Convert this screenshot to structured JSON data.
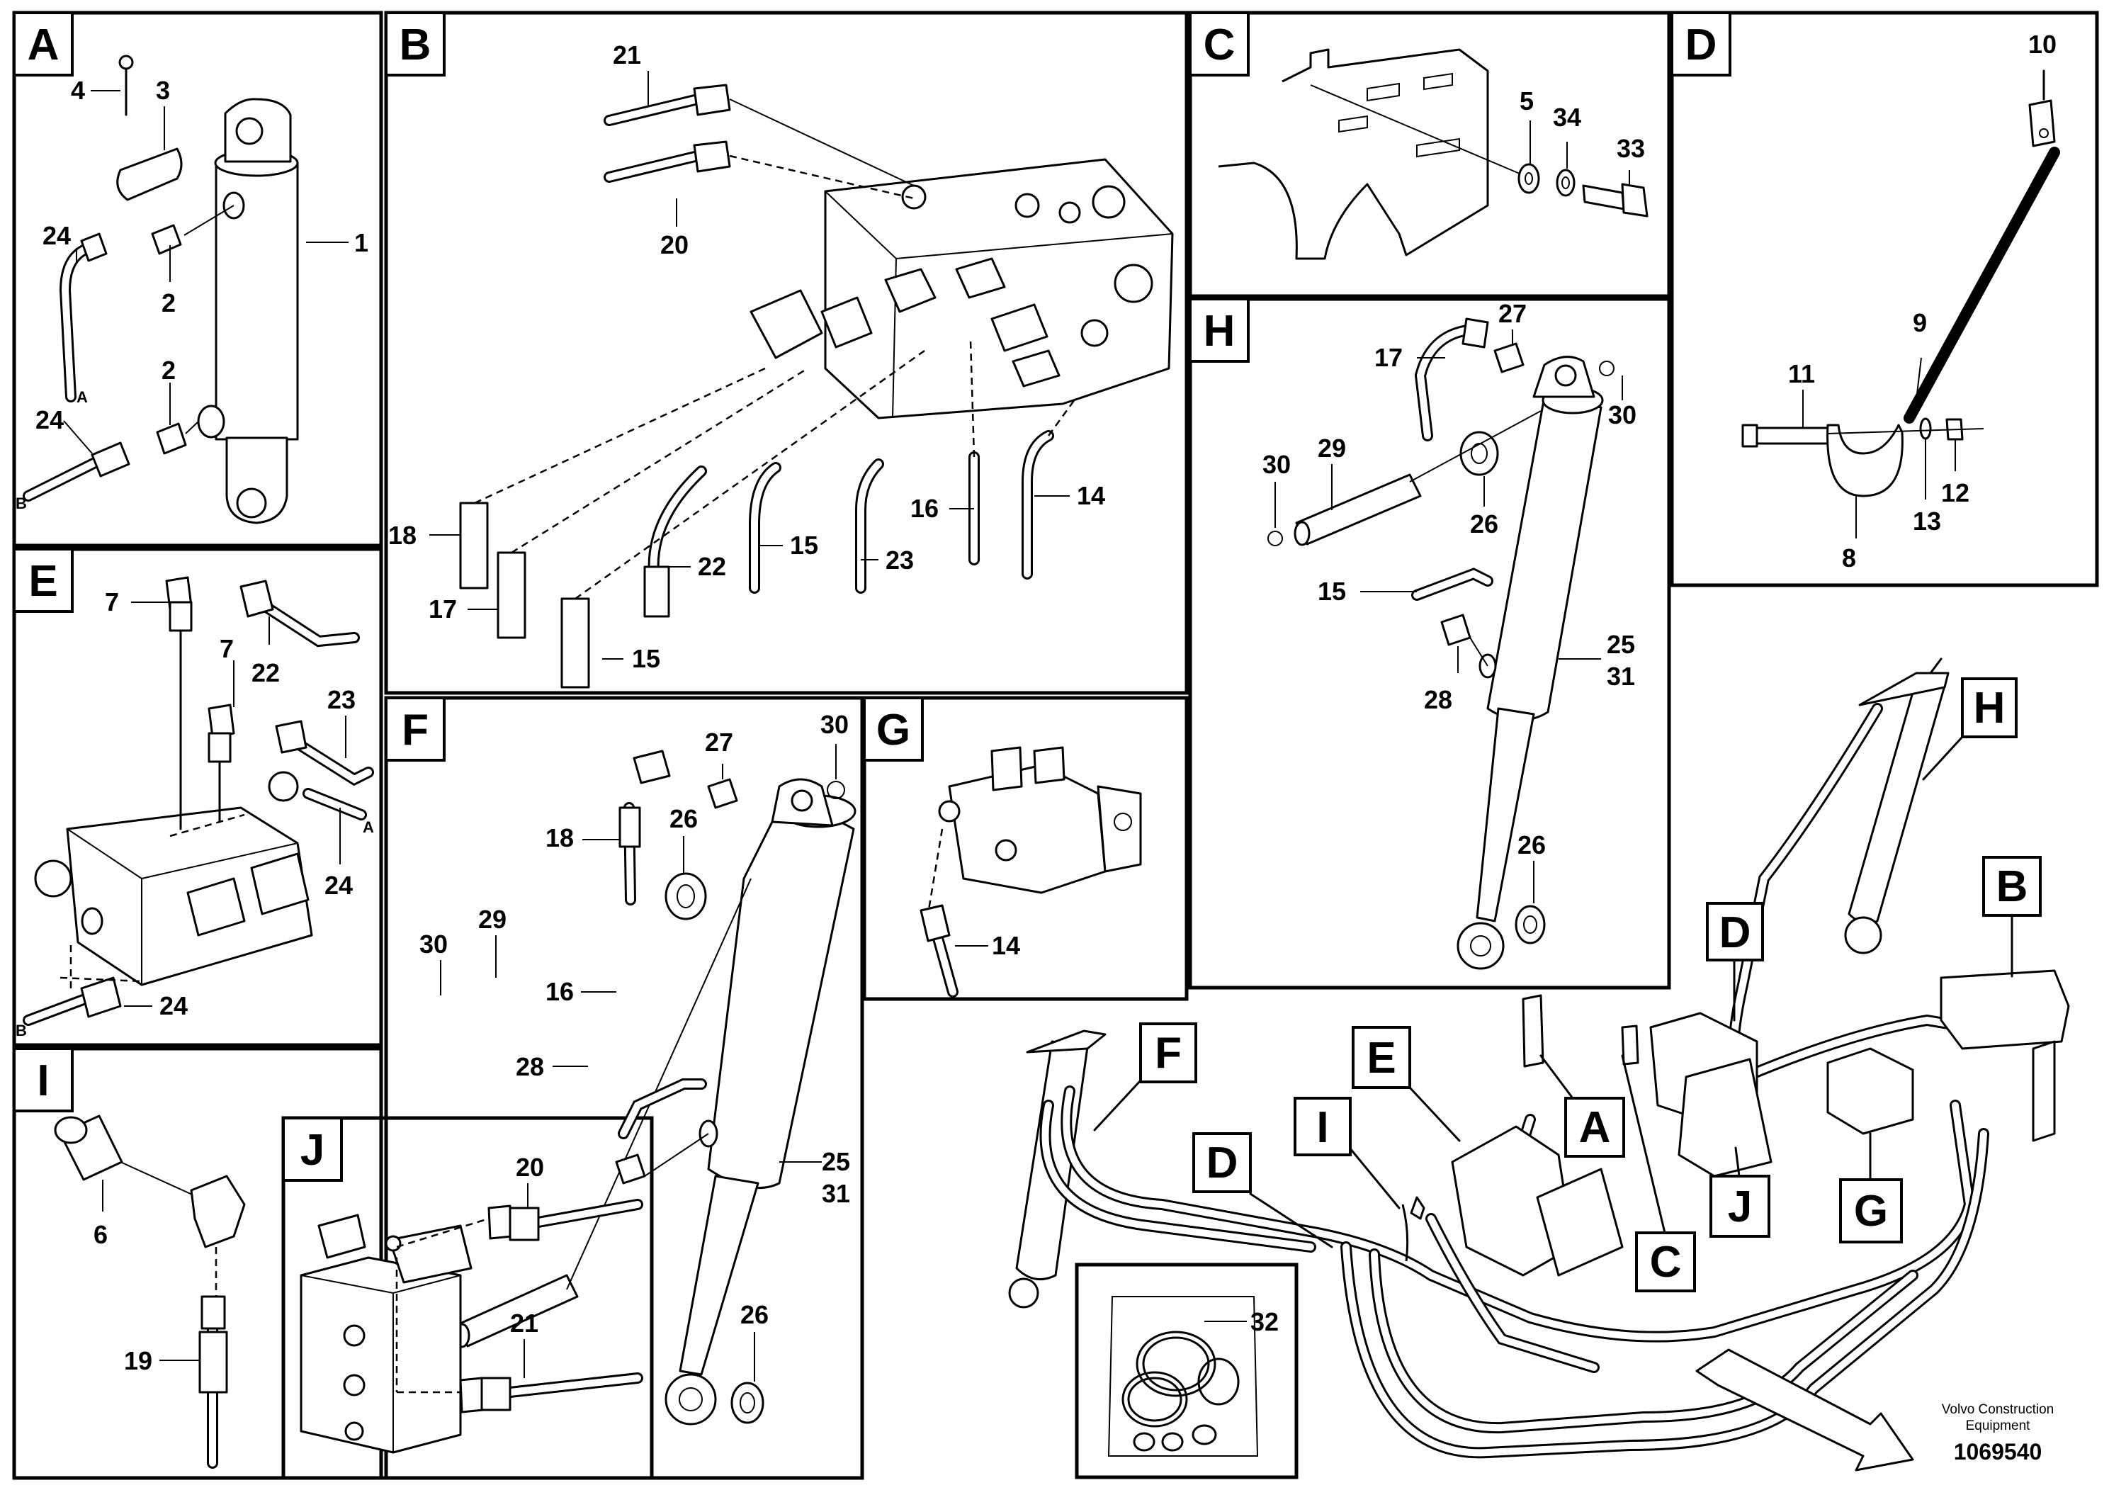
{
  "panels": {
    "A": {
      "letter": "A",
      "labels": [
        "4",
        "3",
        "1",
        "24",
        "2",
        "2",
        "24"
      ],
      "ab": [
        "A",
        "B"
      ]
    },
    "B": {
      "letter": "B",
      "labels": [
        "21",
        "20",
        "18",
        "17",
        "15",
        "22",
        "15",
        "16",
        "23",
        "14"
      ]
    },
    "C": {
      "letter": "C",
      "labels": [
        "5",
        "34",
        "33"
      ]
    },
    "D": {
      "letter": "D",
      "labels": [
        "10",
        "9",
        "11",
        "12",
        "13",
        "8"
      ]
    },
    "E": {
      "letter": "E",
      "labels": [
        "7",
        "22",
        "7",
        "23",
        "24",
        "24"
      ],
      "ab": [
        "A",
        "B"
      ]
    },
    "F": {
      "letter": "F",
      "labels": [
        "27",
        "30",
        "18",
        "26",
        "30",
        "29",
        "16",
        "28",
        "25",
        "31",
        "26"
      ]
    },
    "G": {
      "letter": "G",
      "labels": [
        "14"
      ]
    },
    "H": {
      "letter": "H",
      "labels": [
        "17",
        "27",
        "30",
        "29",
        "30",
        "26",
        "15",
        "25",
        "31",
        "28",
        "26"
      ]
    },
    "I": {
      "letter": "I",
      "labels": [
        "6",
        "19"
      ]
    },
    "J": {
      "letter": "J",
      "labels": [
        "20",
        "21"
      ]
    }
  },
  "overview": {
    "callouts": [
      "H",
      "B",
      "D",
      "F",
      "E",
      "A",
      "I",
      "D",
      "C",
      "J",
      "G"
    ],
    "kit_label": "32"
  },
  "credit": {
    "line1": "Volvo Construction",
    "line2": "Equipment",
    "doc_number": "1069540"
  }
}
